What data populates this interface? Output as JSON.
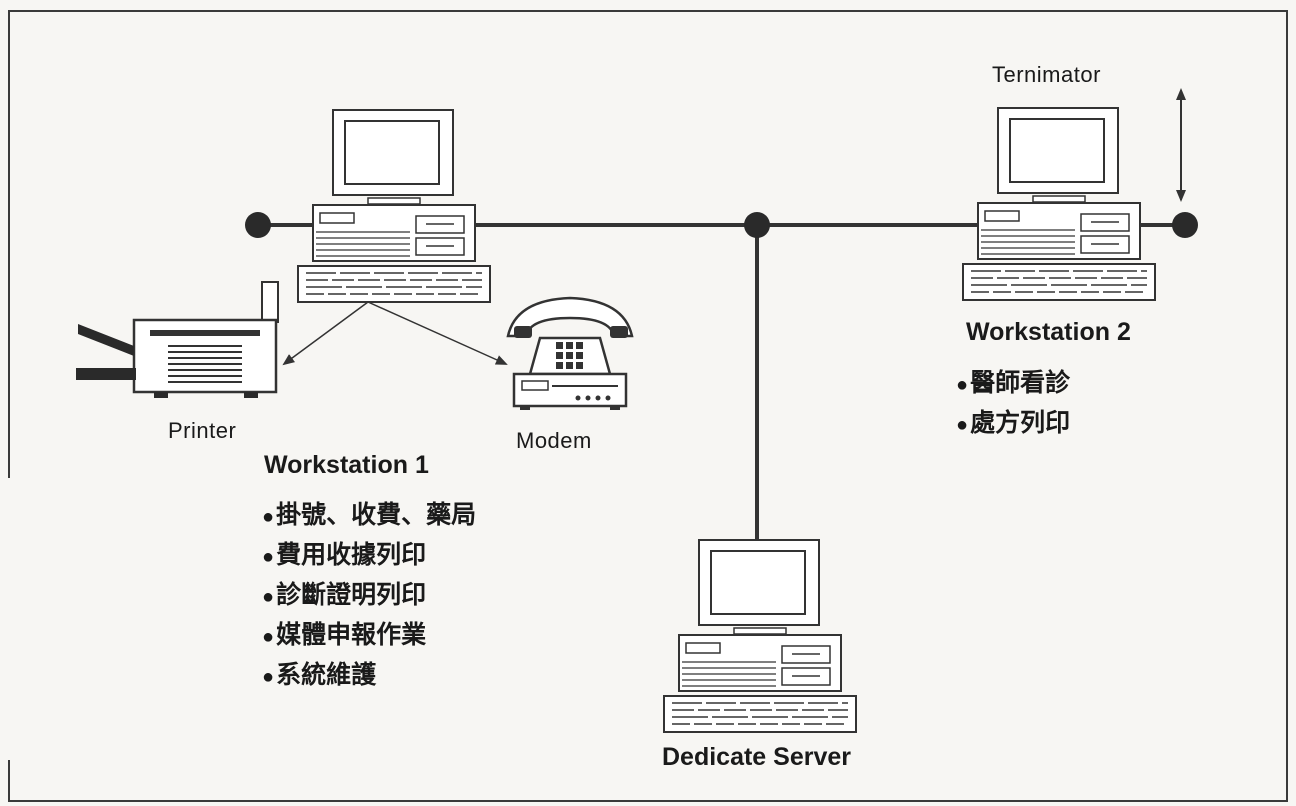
{
  "labels": {
    "ternimator": "Ternimator",
    "printer": "Printer",
    "modem": "Modem",
    "ws1_title": "Workstation 1",
    "ws2_title": "Workstation 2",
    "server_title": "Dedicate Server"
  },
  "bullet": "●",
  "ws1_tasks": [
    "掛號、收費、藥局",
    "費用收據列印",
    "診斷證明列印",
    "媒體申報作業",
    "系統維護"
  ],
  "ws2_tasks": [
    "醫師看診",
    "處方列印"
  ],
  "colors": {
    "line": "#333333",
    "node": "#2a2a2a",
    "device_fill": "#ffffff",
    "device_stroke": "#333333"
  }
}
